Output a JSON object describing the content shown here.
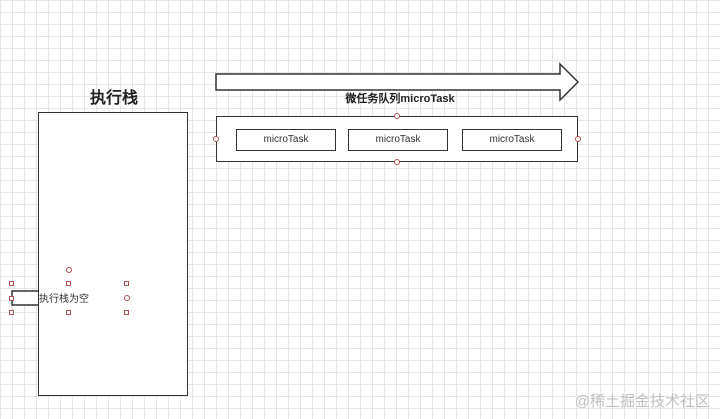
{
  "stack": {
    "title": "执行栈"
  },
  "queue": {
    "title": "微任务队列microTask",
    "tasks": [
      "microTask",
      "microTask",
      "microTask"
    ]
  },
  "empty_arrow": {
    "label": "执行栈为空"
  },
  "watermark": "@稀土掘金技术社区",
  "colors": {
    "stroke": "#333333",
    "handle": "#b05050",
    "grid": "#e6e6e6"
  }
}
